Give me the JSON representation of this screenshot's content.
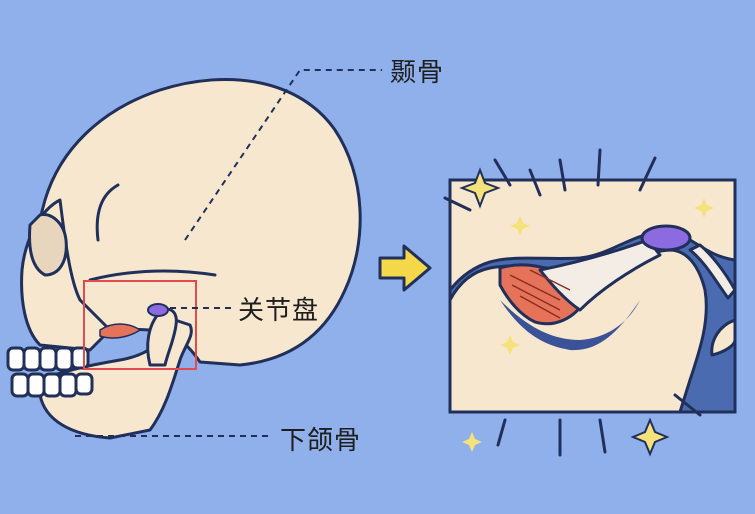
{
  "labels": {
    "temporal": "颞骨",
    "disc": "关节盘",
    "mandible": "下颌骨"
  },
  "colors": {
    "background": "#8fb0ea",
    "bone": "#f8e7cf",
    "outline": "#20305a",
    "disc": "#8c6be0",
    "muscle": "#e4735a",
    "highlight_box": "#e24b4b",
    "arrow": "#f4d84a",
    "sparkle": "#f6e27a"
  }
}
